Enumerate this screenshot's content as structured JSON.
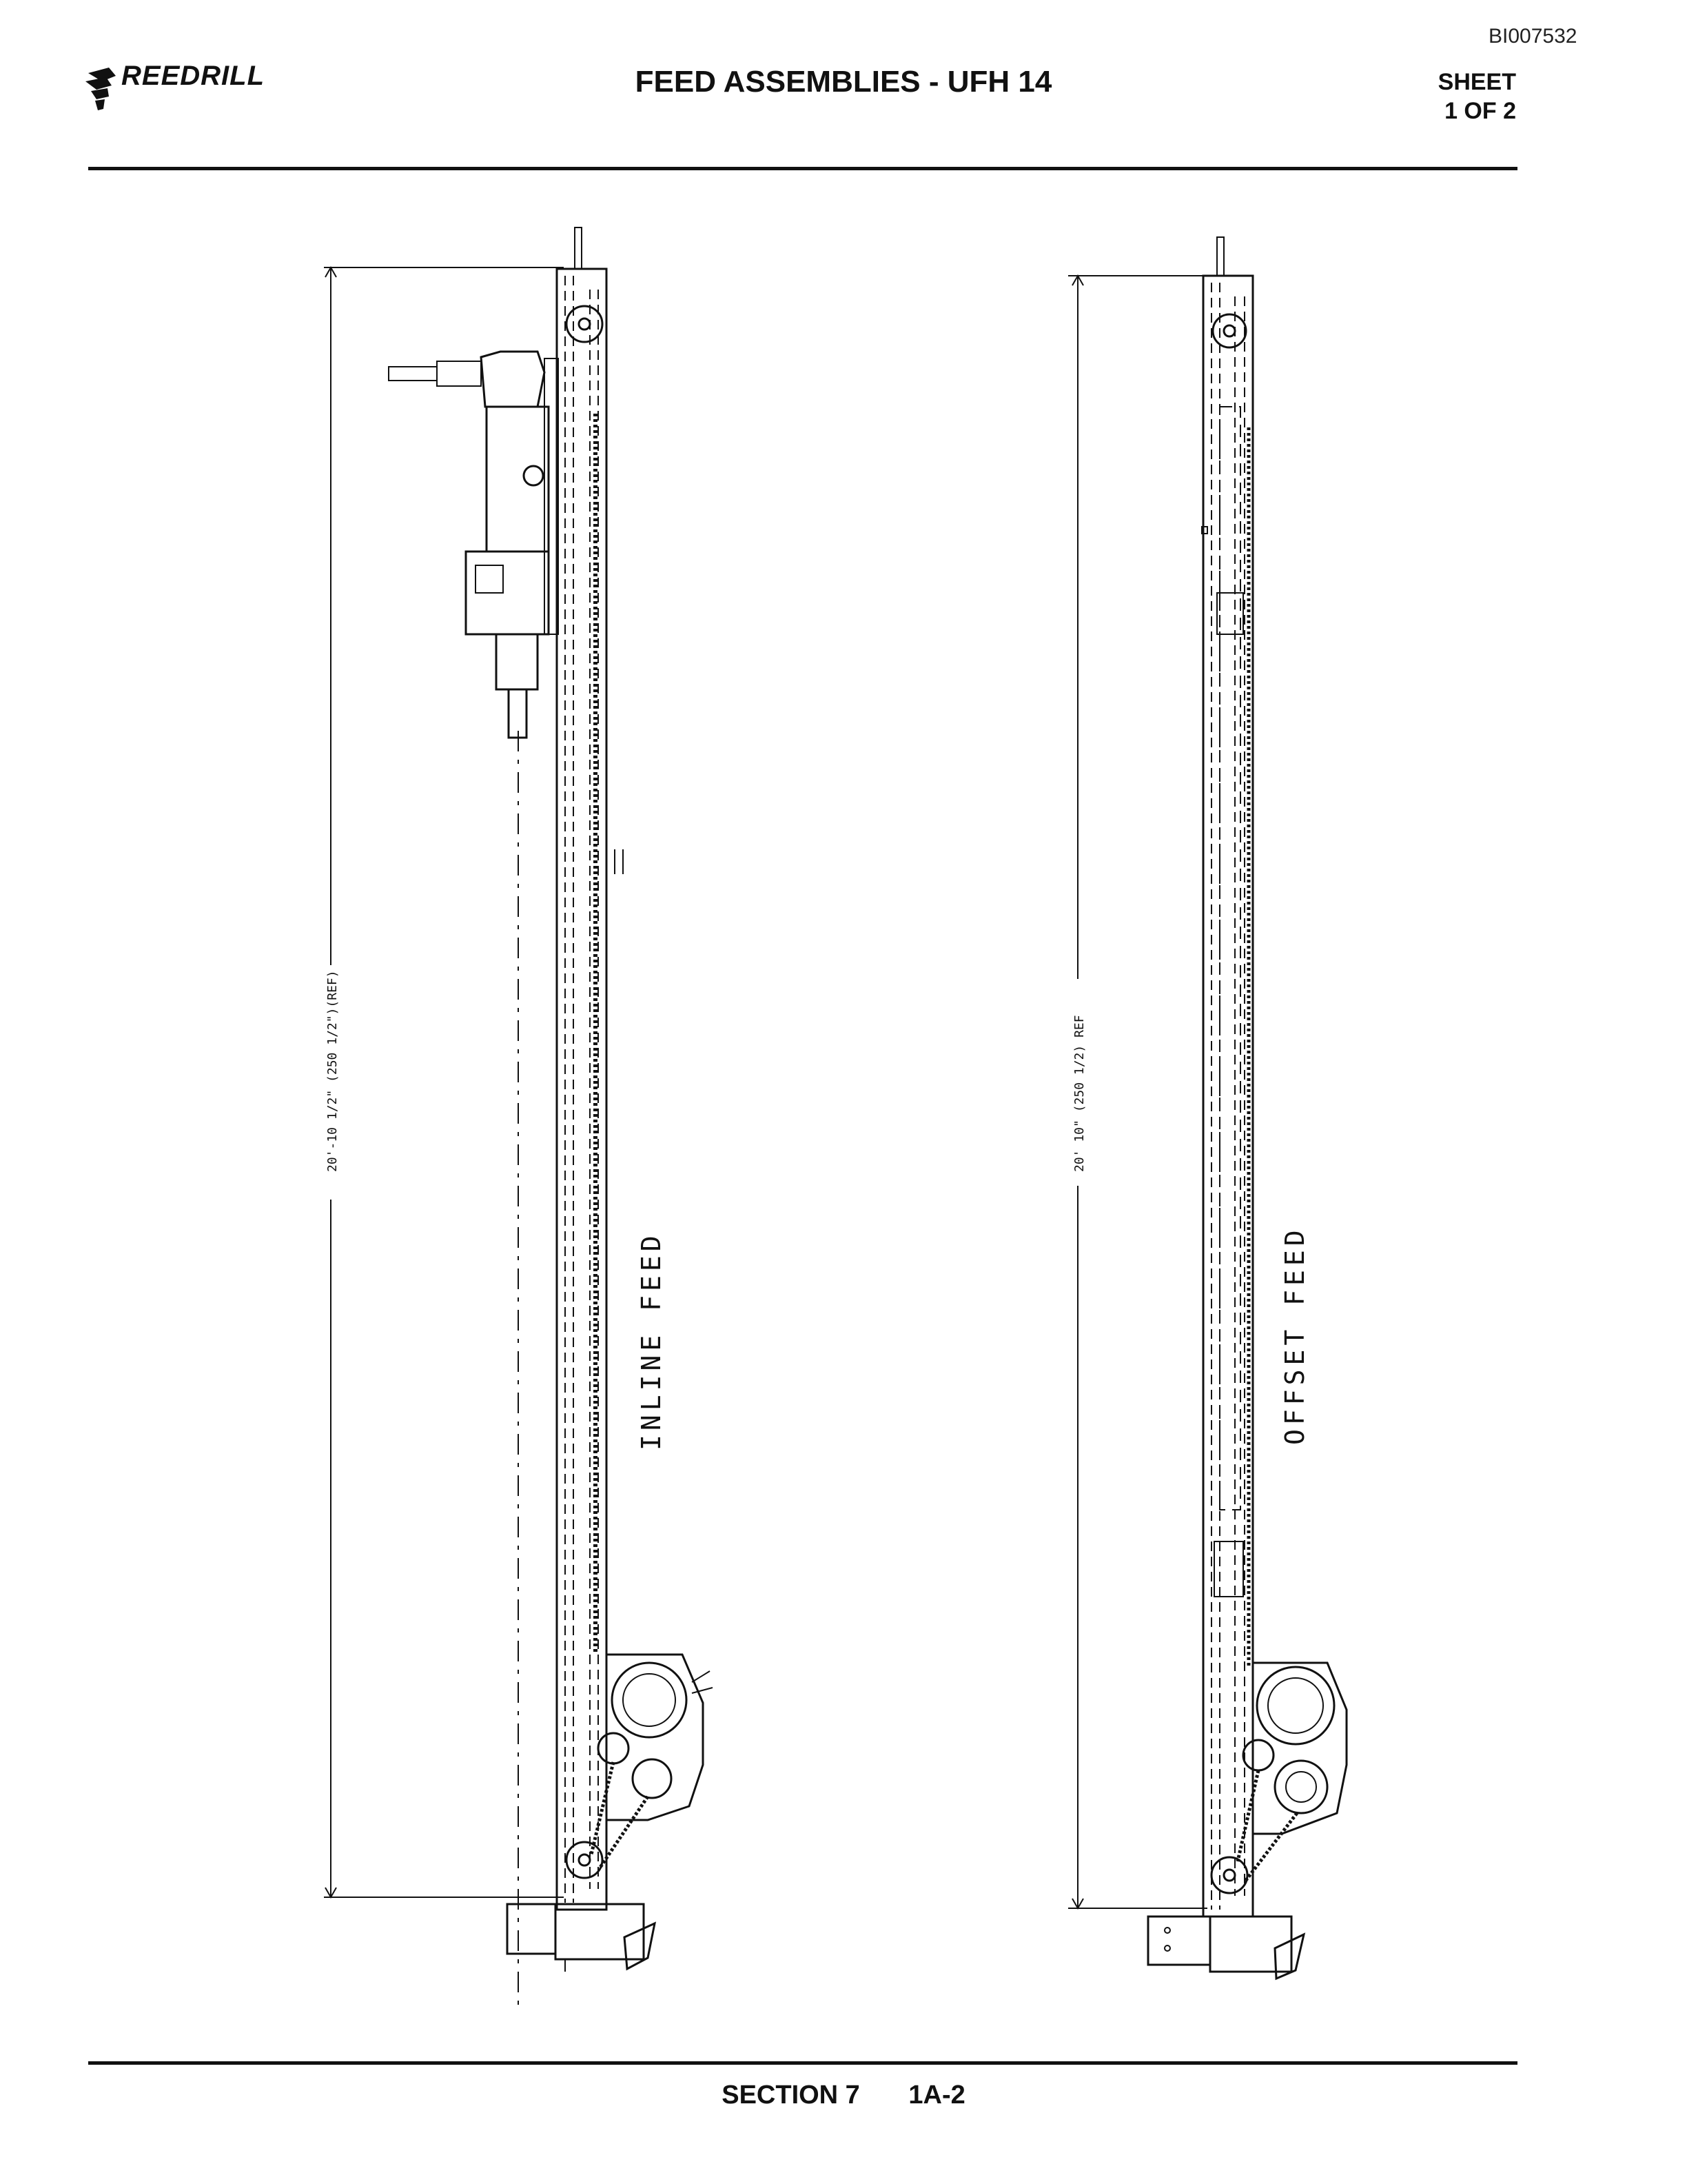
{
  "header": {
    "doc_id": "BI007532",
    "logo_text": "REEDRILL",
    "title": "FEED ASSEMBLIES - UFH 14",
    "sheet_label": "SHEET",
    "sheet_number": "1 OF 2"
  },
  "diagram": {
    "inline": {
      "label": "INLINE FEED",
      "dimension": "20'-10 1/2\" (250 1/2\")(REF)"
    },
    "offset": {
      "label": "OFFSET FEED",
      "dimension": "20' 10\"  (250 1/2)  REF"
    }
  },
  "footer": {
    "section": "SECTION 7",
    "page": "1A-2"
  },
  "colors": {
    "ink": "#111111",
    "paper": "#ffffff"
  }
}
